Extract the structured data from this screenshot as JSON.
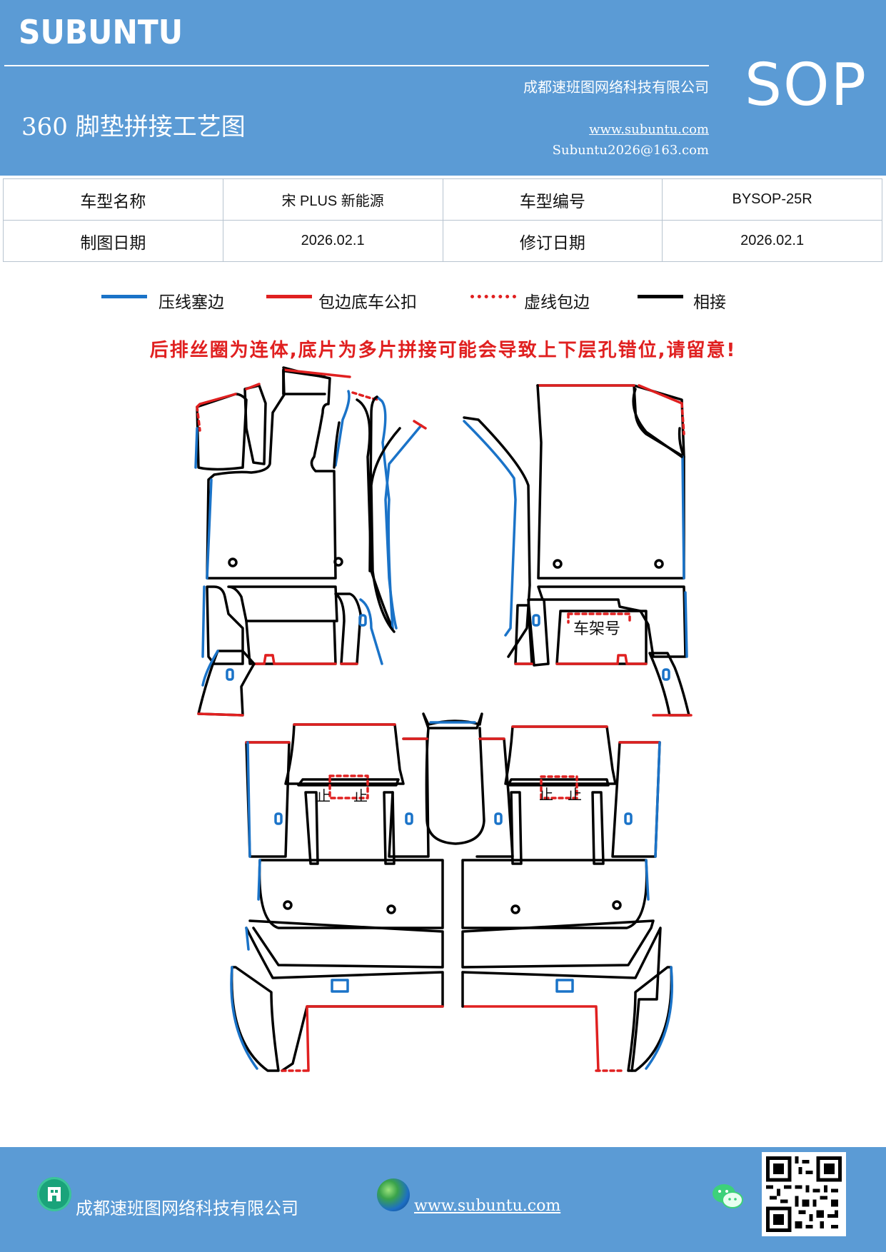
{
  "header": {
    "brand": "SUBUNTU",
    "company": "成都速班图网络科技有限公司",
    "title": "360 脚垫拼接工艺图",
    "website": "www.subuntu.com",
    "email": "Subuntu2026@163.com",
    "badge": "SOP"
  },
  "info": {
    "model_name_label": "车型名称",
    "model_name": "宋 PLUS 新能源",
    "model_code_label": "车型编号",
    "model_code": "BYSOP-25R",
    "draw_date_label": "制图日期",
    "draw_date": "2026.02.1",
    "revise_date_label": "修订日期",
    "revise_date": "2026.02.1"
  },
  "legend": [
    {
      "label": "压线塞边",
      "color": "#1a73c8",
      "style": "solid"
    },
    {
      "label": "包边底车公扣",
      "color": "#e02020",
      "style": "solid"
    },
    {
      "label": "虚线包边",
      "color": "#e02020",
      "style": "dotted"
    },
    {
      "label": "相接",
      "color": "#000000",
      "style": "solid"
    }
  ],
  "warning": "后排丝圈为连体,底片为多片拼接可能会导致上下层孔错位,请留意!",
  "diagram": {
    "vin_label": "车架号"
  },
  "footer": {
    "company": "成都速班图网络科技有限公司",
    "website": "www.subuntu.com"
  },
  "colors": {
    "header_bg": "#5b9bd5",
    "blue_edge": "#1a73c8",
    "red_edge": "#e02020"
  }
}
